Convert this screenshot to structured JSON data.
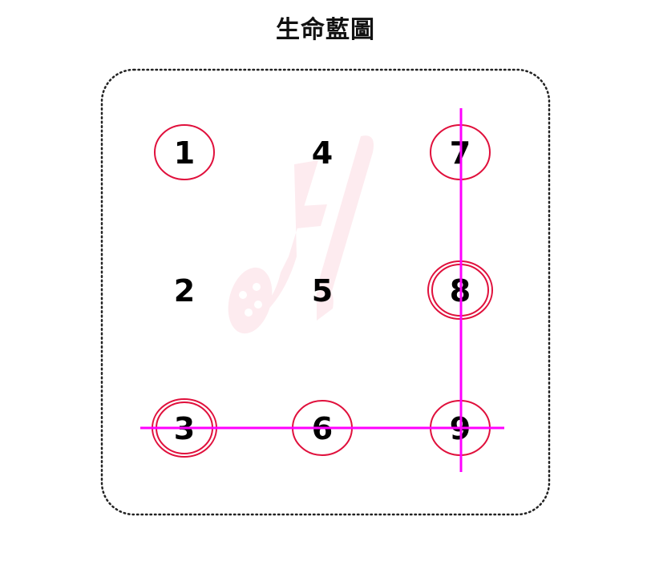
{
  "title": "生命藍圖",
  "colors": {
    "circle": "#e0103c",
    "line": "#ff00ff",
    "watermark": "#fde8ec"
  },
  "grid": [
    {
      "num": "1",
      "circles": 1
    },
    {
      "num": "4",
      "circles": 0
    },
    {
      "num": "7",
      "circles": 1
    },
    {
      "num": "2",
      "circles": 0
    },
    {
      "num": "5",
      "circles": 0
    },
    {
      "num": "8",
      "circles": 2
    },
    {
      "num": "3",
      "circles": 2
    },
    {
      "num": "6",
      "circles": 1
    },
    {
      "num": "9",
      "circles": 1
    }
  ],
  "lines": [
    {
      "cells": [
        "3",
        "6",
        "9"
      ]
    },
    {
      "cells": [
        "7",
        "8",
        "9"
      ]
    }
  ]
}
